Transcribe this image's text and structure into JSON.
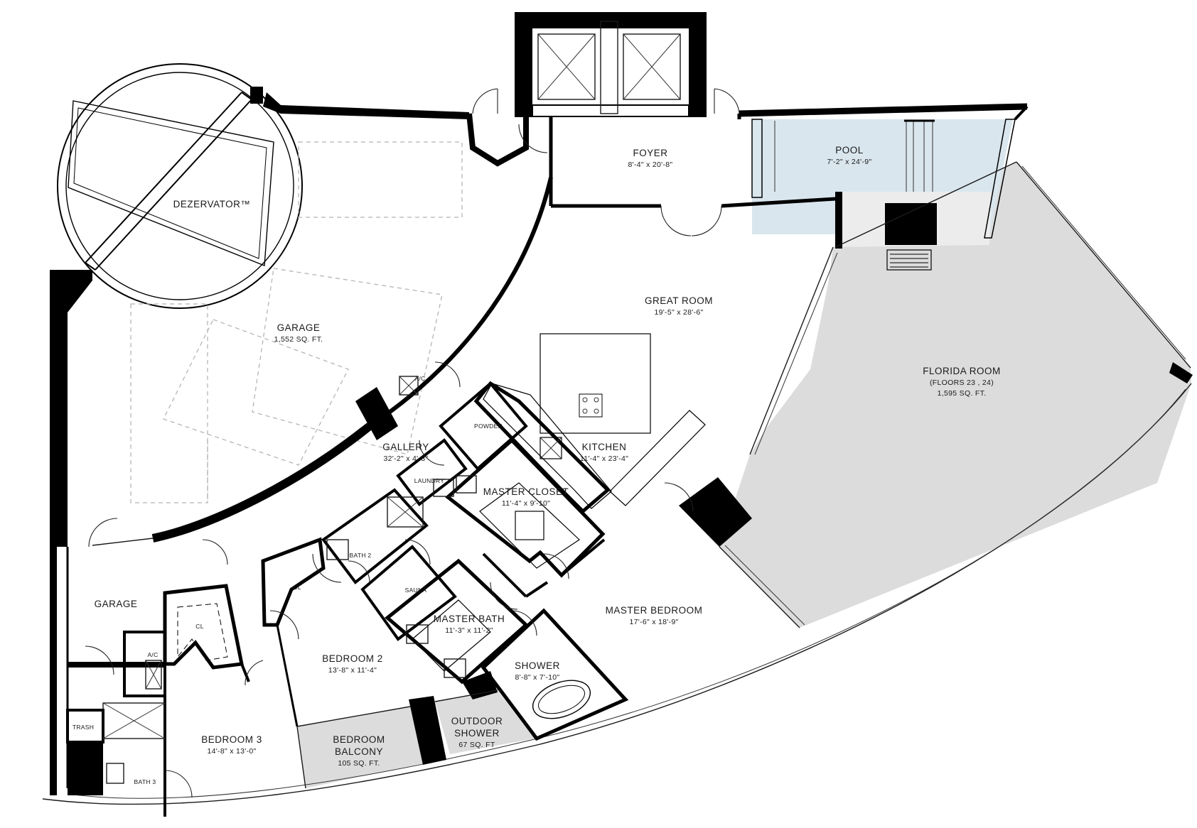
{
  "rooms": {
    "dezervator": {
      "name": "DEZERVATOR™"
    },
    "garage_main": {
      "name": "GARAGE",
      "area": "1,552 SQ. FT."
    },
    "foyer": {
      "name": "FOYER",
      "dim": "8'-4\" x 20'-8\""
    },
    "pool": {
      "name": "POOL",
      "dim": "7'-2\" x 24'-9\""
    },
    "great_room": {
      "name": "GREAT ROOM",
      "dim": "19'-5\" x 28'-6\""
    },
    "florida_room": {
      "name": "FLORIDA ROOM",
      "note": "(FLOORS 23 , 24)",
      "area": "1,595 SQ. FT."
    },
    "gallery": {
      "name": "GALLERY",
      "dim": "32'-2\" x 4'-3\""
    },
    "powder": {
      "name": "POWDER"
    },
    "kitchen": {
      "name": "KITCHEN",
      "dim": "11'-4\" x 23'-4\""
    },
    "laundry": {
      "name": "LAUNDRY"
    },
    "master_closet": {
      "name": "MASTER CLOSET",
      "dim": "11'-4\" x 9'-10\""
    },
    "bath2": {
      "name": "BATH 2"
    },
    "sauna": {
      "name": "SAUNA"
    },
    "master_bath": {
      "name": "MASTER BATH",
      "dim": "11'-3\" x 11'-2\""
    },
    "master_bedroom": {
      "name": "MASTER BEDROOM",
      "dim": "17'-6\" x 18'-9\""
    },
    "shower": {
      "name": "SHOWER",
      "dim": "8'-8\" x 7'-10\""
    },
    "bedroom2": {
      "name": "BEDROOM 2",
      "dim": "13'-8\" x 11'-4\""
    },
    "cl_bed2": {
      "name": "CL"
    },
    "garage_small": {
      "name": "GARAGE"
    },
    "cl_bed3": {
      "name": "CL"
    },
    "ac_small": {
      "name": "A/C"
    },
    "ac_garage": {
      "name": "A/C"
    },
    "trash": {
      "name": "TRASH"
    },
    "bath3": {
      "name": "BATH 3"
    },
    "bedroom3": {
      "name": "BEDROOM 3",
      "dim": "14'-8\" x 13'-0\""
    },
    "bedroom_balcony": {
      "name1": "BEDROOM",
      "name2": "BALCONY",
      "area": "105 SQ. FT."
    },
    "outdoor_shower": {
      "name1": "OUTDOOR",
      "name2": "SHOWER",
      "area": "67 SQ. FT"
    }
  },
  "colors": {
    "wall": "#000000",
    "pool_fill": "#d9e6ee",
    "terrace_fill": "#dcdcdc",
    "dashed_garage": "#b5b5b5"
  }
}
